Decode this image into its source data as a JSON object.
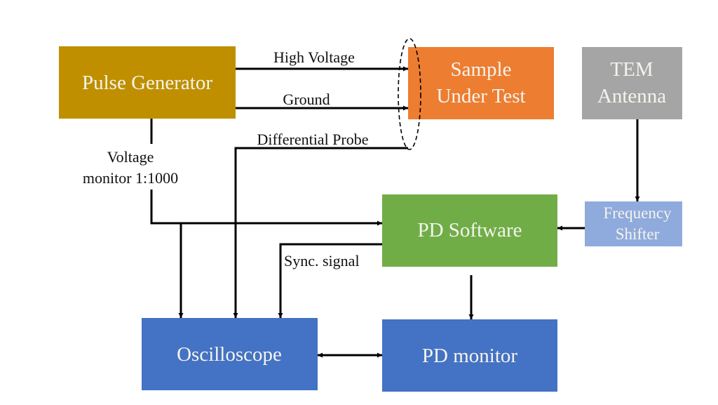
{
  "blocks": {
    "pulse_generator": {
      "label": "Pulse Generator",
      "color": "#bf8f00"
    },
    "sample": {
      "line1": "Sample",
      "line2": "Under Test",
      "color": "#ed7d31"
    },
    "tem": {
      "line1": "TEM",
      "line2": "Antenna",
      "color": "#a5a5a5"
    },
    "pd_software": {
      "label": "PD Software",
      "color": "#70ad47"
    },
    "freq_shifter": {
      "line1": "Frequency",
      "line2": "Shifter",
      "color": "#8faadc"
    },
    "oscilloscope": {
      "label": "Oscilloscope",
      "color": "#4472c4"
    },
    "pd_monitor": {
      "label": "PD monitor",
      "color": "#4472c4"
    }
  },
  "connections": {
    "high_voltage": "High Voltage",
    "ground": "Ground",
    "differential_probe": "Differential Probe",
    "voltage_monitor_1": "Voltage",
    "voltage_monitor_2": "monitor 1:1000",
    "sync_signal": "Sync. signal"
  }
}
